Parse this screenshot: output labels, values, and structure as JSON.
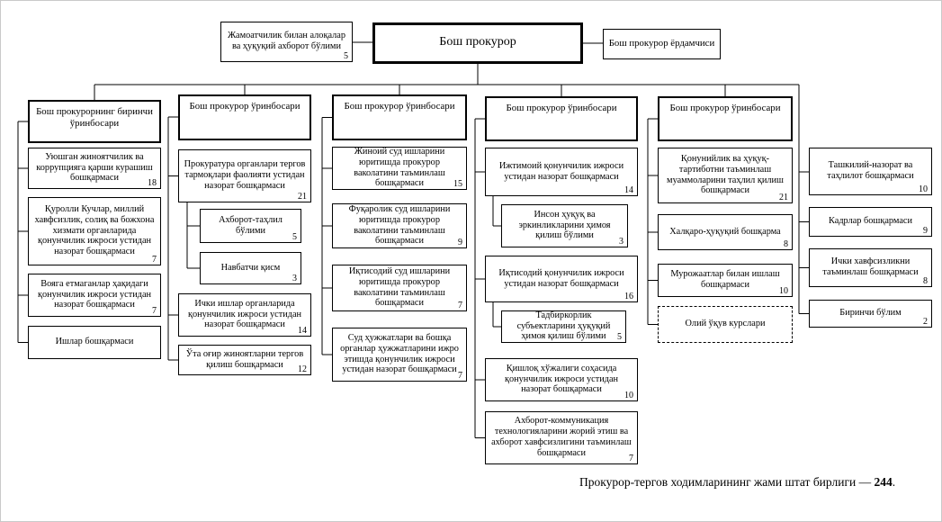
{
  "top": {
    "public_relations": {
      "label": "Жамоатчилик билан алоқалар ва ҳуқуқий ахборот бўлими",
      "count": "5"
    },
    "general_prosecutor": {
      "label": "Бош прокурор"
    },
    "assistant": {
      "label": "Бош прокурор ёрдамчиси"
    }
  },
  "columns": [
    {
      "header": "Бош прокурорнинг биринчи ўринбосари",
      "items": [
        {
          "label": "Уюшган жиноятчилик ва коррупцияга қарши курашиш бошқармаси",
          "count": "18"
        },
        {
          "label": "Қуролли Кучлар, миллий хавфсизлик, солиқ ва божхона хизмати органларида қонунчилик ижроси устидан назорат бошқармаси",
          "count": "7"
        },
        {
          "label": "Вояга етмаганлар ҳақидаги қонунчилик ижроси устидан назорат бошқармаси",
          "count": "7"
        },
        {
          "label": "Ишлар бошқармаси"
        }
      ]
    },
    {
      "header": "Бош прокурор ўринбосари",
      "items": [
        {
          "label": "Прокуратура органлари тергов тармоқлари фаолияти устидан назорат бошқармаси",
          "count": "21"
        },
        {
          "label": "Ахборот-таҳлил бўлими",
          "count": "5"
        },
        {
          "label": "Навбатчи қисм",
          "count": "3"
        },
        {
          "label": "Ички ишлар органларида қонунчилик ижроси устидан назорат бошқармаси",
          "count": "14"
        },
        {
          "label": "Ўта оғир жиноятларни тергов қилиш бошқармаси",
          "count": "12"
        }
      ]
    },
    {
      "header": "Бош прокурор ўринбосари",
      "items": [
        {
          "label": "Жиноий суд ишларини юритишда прокурор ваколатини таъминлаш бошқармаси",
          "count": "15"
        },
        {
          "label": "Фуқаролик суд ишларини юритишда прокурор ваколатини таъминлаш бошқармаси",
          "count": "9"
        },
        {
          "label": "Иқтисодий суд ишларини юритишда прокурор ваколатини таъминлаш бошқармаси",
          "count": "7"
        },
        {
          "label": "Суд ҳужжатлари ва бошқа органлар ҳужжатларини ижро этишда қонунчилик ижроси устидан назорат бошқармаси",
          "count": "7"
        }
      ]
    },
    {
      "header": "Бош прокурор ўринбосари",
      "items": [
        {
          "label": "Ижтимоий қонунчилик ижроси устидан назорат бошқармаси",
          "count": "14"
        },
        {
          "label": "Инсон ҳуқуқ ва эркинликларини ҳимоя қилиш бўлими",
          "count": "3"
        },
        {
          "label": "Иқтисодий қонунчилик ижроси устидан назорат бошқармаси",
          "count": "16"
        },
        {
          "label": "Тадбиркорлик субъектларини ҳуқуқий ҳимоя қилиш бўлими",
          "count": "5"
        },
        {
          "label": "Қишлоқ хўжалиги соҳасида қонунчилик ижроси устидан назорат бошқармаси",
          "count": "10"
        },
        {
          "label": "Ахборот-коммуникация технологияларини жорий этиш ва ахборот хавфсизлигини таъминлаш бошқармаси",
          "count": "7"
        }
      ]
    },
    {
      "header": "Бош прокурор ўринбосари",
      "items": [
        {
          "label": "Қонунийлик ва ҳуқуқ-тартиботни таъминлаш муаммоларини таҳлил қилиш бошқармаси",
          "count": "21"
        },
        {
          "label": "Халқаро-ҳуқуқий бошқарма",
          "count": "8"
        },
        {
          "label": "Мурожаатлар билан ишлаш бошқармаси",
          "count": "10"
        },
        {
          "label": "Олий ўқув курслари"
        }
      ]
    },
    {
      "header": "",
      "items": [
        {
          "label": "Ташкилий-назорат ва таҳлилот бошқармаси",
          "count": "10"
        },
        {
          "label": "Кадрлар бошқармаси",
          "count": "9"
        },
        {
          "label": "Ички хавфсизликни таъминлаш бошқармаси",
          "count": "8"
        },
        {
          "label": "Биринчи бўлим",
          "count": "2"
        }
      ]
    }
  ],
  "footer": {
    "prefix": "Прокурор-тергов ходимларининг жами штат бирлиги — ",
    "total": "244",
    "suffix": "."
  }
}
